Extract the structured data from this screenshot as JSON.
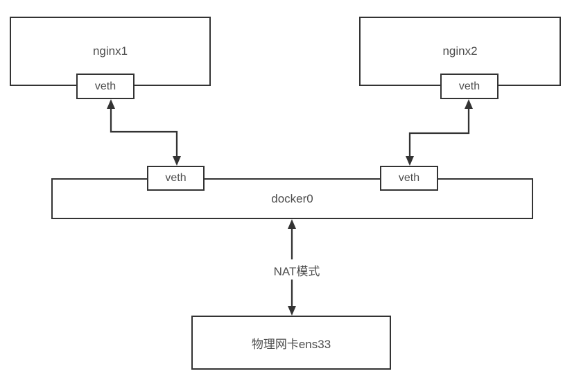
{
  "diagram": {
    "type": "network-topology",
    "background": "#ffffff",
    "stroke_color": "#333333",
    "text_color": "#4d4d4d",
    "nodes": [
      {
        "id": "nginx1",
        "label": "nginx1",
        "kind": "container"
      },
      {
        "id": "nginx2",
        "label": "nginx2",
        "kind": "container"
      },
      {
        "id": "veth-nginx1",
        "label": "veth",
        "kind": "interface",
        "attached_to": "nginx1"
      },
      {
        "id": "veth-nginx2",
        "label": "veth",
        "kind": "interface",
        "attached_to": "nginx2"
      },
      {
        "id": "veth-docker0-left",
        "label": "veth",
        "kind": "interface",
        "attached_to": "docker0"
      },
      {
        "id": "veth-docker0-right",
        "label": "veth",
        "kind": "interface",
        "attached_to": "docker0"
      },
      {
        "id": "docker0",
        "label": "docker0",
        "kind": "bridge"
      },
      {
        "id": "physical-nic",
        "label": "物理网卡ens33",
        "kind": "physical-interface"
      }
    ],
    "edges": [
      {
        "from": "veth-nginx1",
        "to": "veth-docker0-left",
        "bidirectional": true
      },
      {
        "from": "veth-nginx2",
        "to": "veth-docker0-right",
        "bidirectional": true
      },
      {
        "from": "docker0",
        "to": "physical-nic",
        "bidirectional": true,
        "label": "NAT模式"
      }
    ]
  }
}
